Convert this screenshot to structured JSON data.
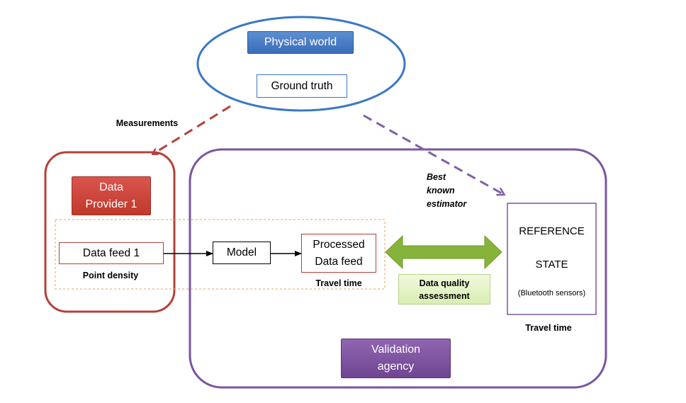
{
  "diagram": {
    "physical_world": "Physical world",
    "ground_truth": "Ground truth",
    "measurements": "Measurements",
    "best_known_estimator": "Best\nknown\nestimator",
    "data_provider": "Data\nProvider 1",
    "data_feed": "Data feed 1",
    "point_density": "Point density",
    "model": "Model",
    "processed_feed": "Processed\nData feed",
    "travel_time_processed": "Travel time",
    "data_quality": "Data quality\nassessment",
    "reference_line1": "REFERENCE",
    "reference_line2": "STATE",
    "reference_sub": "(Bluetooth sensors)",
    "travel_time_reference": "Travel time",
    "validation_agency": "Validation\nagency"
  },
  "colors": {
    "ellipse_blue": "#3b78c4",
    "provider_red": "#b5403a",
    "agency_purple": "#7a55a0",
    "dashed_red": "#b5403a",
    "dashed_purple": "#8060a8",
    "arrow_green": "#86b33a",
    "dotted_orange": "#e8a060"
  }
}
